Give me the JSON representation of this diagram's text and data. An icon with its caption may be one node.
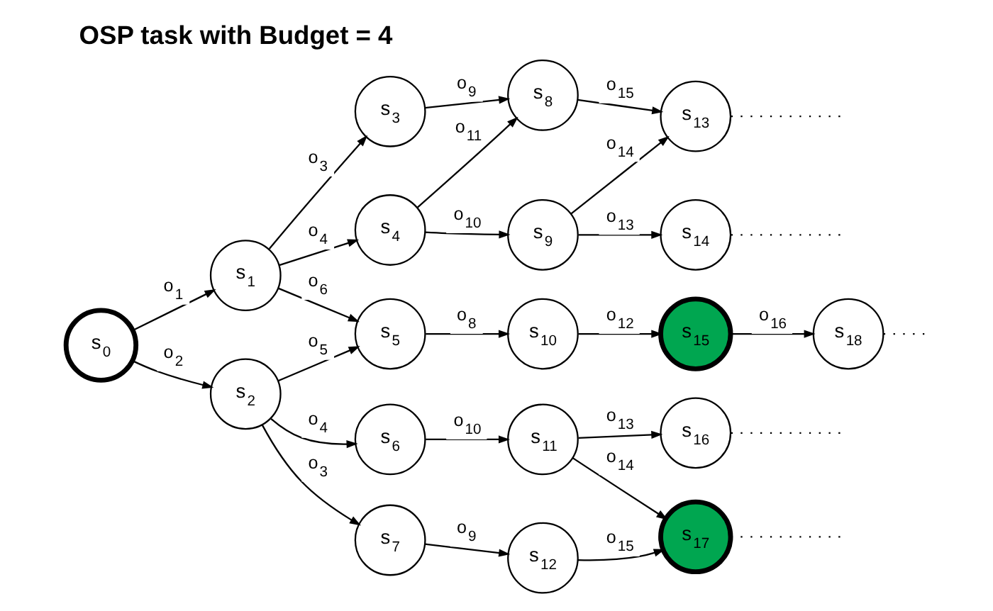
{
  "diagram": {
    "title": "OSP task with Budget = 4",
    "nodes": [
      {
        "text": [
          "s$_{0}$"
        ]
      },
      {
        "text": [
          "s$_{1}$"
        ]
      },
      {
        "text": [
          "s$_{2}$"
        ]
      },
      {
        "text": [
          "s$_{3}$"
        ]
      },
      {
        "text": [
          "s$_{4}$"
        ]
      },
      {
        "text": [
          "s$_{5}$"
        ]
      },
      {
        "text": [
          "s$_{6}$"
        ]
      },
      {
        "text": [
          "s$_{7}$"
        ]
      },
      {
        "text": [
          "s$_{8}$"
        ]
      },
      {
        "text": [
          "s$_{9}$"
        ]
      },
      {
        "text": [
          "s$_{10}$"
        ]
      },
      {
        "text": [
          "s$_{11}$"
        ]
      },
      {
        "text": [
          "s$_{12}$"
        ]
      },
      {
        "text": [
          "s$_{13}$"
        ]
      },
      {
        "text": [
          "s$_{14}$"
        ]
      },
      {
        "text": [
          "s$_{15}$"
        ]
      },
      {
        "text": [
          "s$_{16}$"
        ]
      },
      {
        "text": [
          "s$_{17}$"
        ]
      },
      {
        "text": [
          "s$_{18}$"
        ]
      }
    ],
    "edges": [
      {
        "from": 0,
        "to": 1,
        "arrow": "to",
        "label": "o$_{1}$"
      },
      {
        "from": 0,
        "to": 2,
        "arrow": "to",
        "label": "o$_{2}$"
      },
      {
        "from": 1,
        "to": 3,
        "arrow": "to",
        "label": "o$_{3}$"
      },
      {
        "from": 1,
        "to": 4,
        "arrow": "to",
        "label": "o$_{4}$"
      },
      {
        "from": 1,
        "to": 5,
        "arrow": "to",
        "label": "o$_{6}$"
      },
      {
        "from": 2,
        "to": 5,
        "arrow": "to",
        "label": "o$_{5}$"
      },
      {
        "from": 2,
        "to": 6,
        "arrow": "to",
        "label": "o$_{4}$"
      },
      {
        "from": 2,
        "to": 7,
        "arrow": "to",
        "label": "o$_{3}$"
      },
      {
        "from": 3,
        "to": 8,
        "arrow": "to",
        "label": "o$_{9}$"
      },
      {
        "from": 4,
        "to": 8,
        "arrow": "to",
        "label": "o$_{11}$"
      },
      {
        "from": 4,
        "to": 9,
        "arrow": "to",
        "label": "o$_{10}$"
      },
      {
        "from": 5,
        "to": 10,
        "arrow": "to",
        "label": "o$_{8}$"
      },
      {
        "from": 6,
        "to": 11,
        "arrow": "to",
        "label": "o$_{10}$"
      },
      {
        "from": 7,
        "to": 12,
        "arrow": "to",
        "label": "o$_{9}$"
      },
      {
        "from": 8,
        "to": 13,
        "arrow": "to",
        "label": "o$_{15}$"
      },
      {
        "from": 9,
        "to": 13,
        "arrow": "to",
        "label": "o$_{14}$"
      },
      {
        "from": 9,
        "to": 14,
        "arrow": "to",
        "label": "o$_{13}$"
      },
      {
        "from": 10,
        "to": 15,
        "arrow": "to",
        "label": "o$_{12}$"
      },
      {
        "from": 11,
        "to": 16,
        "arrow": "to",
        "label": "o$_{13}$"
      },
      {
        "from": 11,
        "to": 17,
        "arrow": "to",
        "label": "o$_{14}$"
      },
      {
        "from": 12,
        "to": 17,
        "arrow": "to",
        "label": "o$_{15}$"
      },
      {
        "from": 15,
        "to": 18,
        "arrow": "to",
        "label": "o$_{16}$"
      },
      {
        "from": 13,
        "to": null,
        "arrow": "none",
        "style": "dashed"
      },
      {
        "from": 14,
        "to": null,
        "arrow": "none",
        "style": "dashed"
      },
      {
        "from": 18,
        "to": null,
        "arrow": "none",
        "style": "dashed"
      },
      {
        "from": 16,
        "to": null,
        "arrow": "none",
        "style": "dashed"
      },
      {
        "from": 17,
        "to": null,
        "arrow": "none",
        "style": "dashed"
      }
    ]
  }
}
